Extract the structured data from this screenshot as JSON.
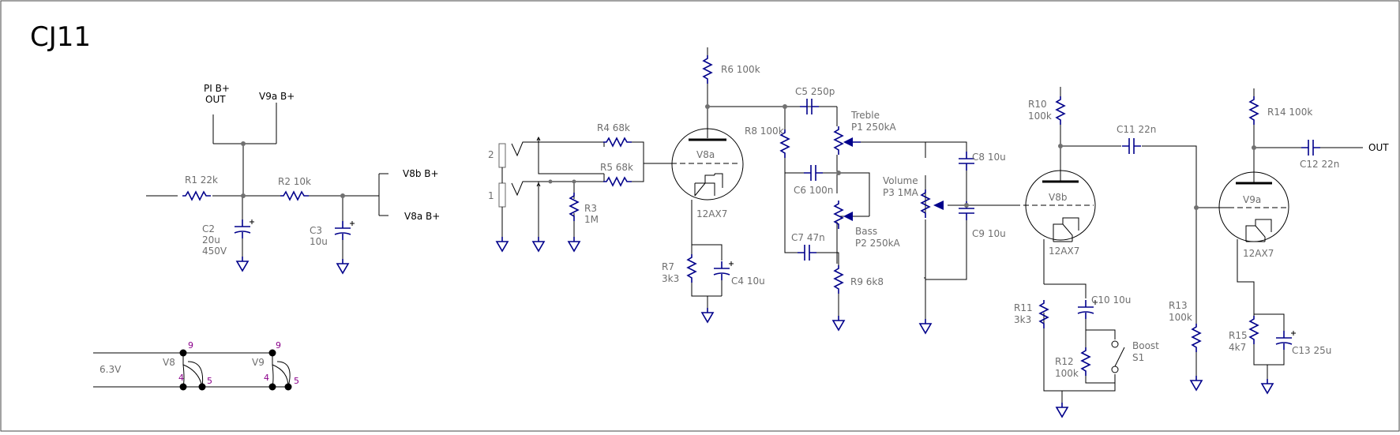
{
  "title": "CJ11",
  "supply": {
    "pi_out_line1": "PI B+",
    "pi_out_line2": "OUT",
    "v9a_bplus": "V9a B+",
    "v8b_bplus": "V8b B+",
    "v8a_bplus": "V8a B+",
    "r1": "R1 22k",
    "r2": "R2 10k",
    "c2_line1": "C2",
    "c2_line2": "20u",
    "c2_line3": "450V",
    "c3_line1": "C3",
    "c3_line2": "10u"
  },
  "heater": {
    "voltage": "6.3V",
    "v8": "V8",
    "v9": "V9",
    "pin9": "9",
    "pin4": "4",
    "pin5": "5"
  },
  "input": {
    "jack2": "2",
    "jack1": "1",
    "r4": "R4 68k",
    "r5": "R5 68k",
    "r3_line1": "R3",
    "r3_line2": "1M"
  },
  "v8a_stage": {
    "r6": "R6 100k",
    "tube": "V8a",
    "tube_type": "12AX7",
    "r7_line1": "R7",
    "r7_line2": "3k3",
    "c4": "C4 10u"
  },
  "tone_stack": {
    "c5": "C5 250p",
    "r8": "R8 100k",
    "treble_line1": "Treble",
    "treble_line2": "P1 250kA",
    "c6": "C6 100n",
    "bass_line1": "Bass",
    "bass_line2": "P2 250kA",
    "c7": "C7 47n",
    "r9": "R9 6k8",
    "volume_line1": "Volume",
    "volume_line2": "P3 1MA",
    "c8": "C8 10u",
    "c9": "C9 10u"
  },
  "v8b_stage": {
    "r10_line1": "R10",
    "r10_line2": "100k",
    "tube": "V8b",
    "tube_type": "12AX7",
    "c11": "C11 22n",
    "r11_line1": "R11",
    "r11_line2": "3k3",
    "c10": "C10 10u",
    "r12_line1": "R12",
    "r12_line2": "100k",
    "boost_line1": "Boost",
    "boost_line2": "S1",
    "r13_line1": "R13",
    "r13_line2": "100k"
  },
  "v9a_stage": {
    "r14": "R14 100k",
    "tube": "V9a",
    "tube_type": "12AX7",
    "c12": "C12 22n",
    "out": "OUT",
    "r15_line1": "R15",
    "r15_line2": "4k7",
    "c13": "C13 25u"
  }
}
